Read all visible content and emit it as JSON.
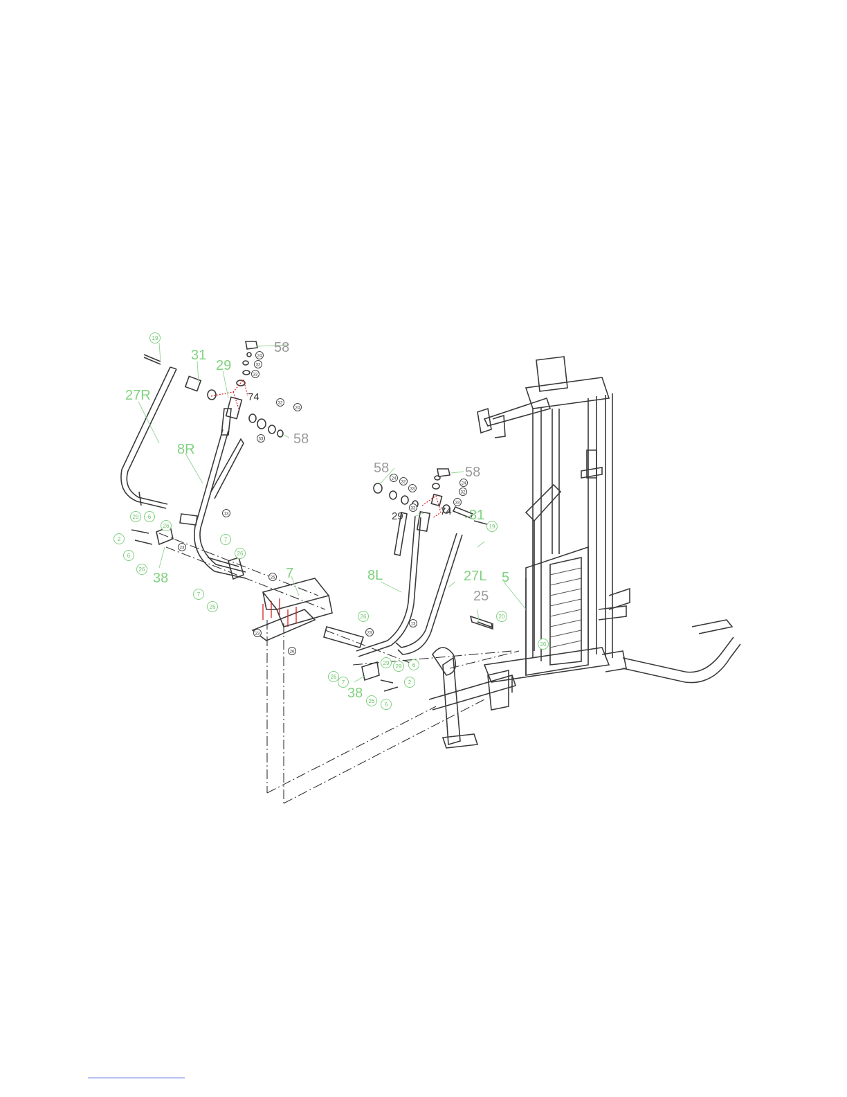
{
  "diagram": {
    "labels_large": [
      {
        "key": "p31r",
        "text": "31"
      },
      {
        "key": "p29r",
        "text": "29"
      },
      {
        "key": "p27r",
        "text": "27R"
      },
      {
        "key": "p8r",
        "text": "8R"
      },
      {
        "key": "p58a",
        "text": "58"
      },
      {
        "key": "p58b",
        "text": "58"
      },
      {
        "key": "p74r",
        "text": "74"
      },
      {
        "key": "p7",
        "text": "7"
      },
      {
        "key": "p58c",
        "text": "58"
      },
      {
        "key": "p58d",
        "text": "58"
      },
      {
        "key": "p29l",
        "text": "29"
      },
      {
        "key": "p74l",
        "text": "74"
      },
      {
        "key": "p31l",
        "text": "31"
      },
      {
        "key": "p8l",
        "text": "8L"
      },
      {
        "key": "p27l",
        "text": "27L"
      },
      {
        "key": "p25",
        "text": "25"
      },
      {
        "key": "p5",
        "text": "5"
      },
      {
        "key": "p38r",
        "text": "38"
      },
      {
        "key": "p38l",
        "text": "38"
      }
    ],
    "callouts": [
      {
        "key": "c19r",
        "text": "19"
      },
      {
        "key": "c24a",
        "text": "24"
      },
      {
        "key": "c32a",
        "text": "32"
      },
      {
        "key": "c33a",
        "text": "33"
      },
      {
        "key": "c32b",
        "text": "32"
      },
      {
        "key": "c24b",
        "text": "24"
      },
      {
        "key": "c33b",
        "text": "33"
      },
      {
        "key": "c13r",
        "text": "13"
      },
      {
        "key": "c29a",
        "text": "29"
      },
      {
        "key": "c6a",
        "text": "6"
      },
      {
        "key": "c26a",
        "text": "26"
      },
      {
        "key": "c2a",
        "text": "2"
      },
      {
        "key": "c6b",
        "text": "6"
      },
      {
        "key": "c26b",
        "text": "26"
      },
      {
        "key": "c23r",
        "text": "23"
      },
      {
        "key": "c7a",
        "text": "7"
      },
      {
        "key": "c26c",
        "text": "26"
      },
      {
        "key": "c7b",
        "text": "7"
      },
      {
        "key": "c26d",
        "text": "26"
      },
      {
        "key": "c26e",
        "text": "26"
      },
      {
        "key": "c23m",
        "text": "23"
      },
      {
        "key": "c26f",
        "text": "26"
      },
      {
        "key": "c24c",
        "text": "24"
      },
      {
        "key": "c32c",
        "text": "32"
      },
      {
        "key": "c33c",
        "text": "33"
      },
      {
        "key": "c33d",
        "text": "33"
      },
      {
        "key": "c24d",
        "text": "24"
      },
      {
        "key": "c32d",
        "text": "32"
      },
      {
        "key": "c33e",
        "text": "33"
      },
      {
        "key": "c19l",
        "text": "19"
      },
      {
        "key": "c26g",
        "text": "26"
      },
      {
        "key": "c23l",
        "text": "23"
      },
      {
        "key": "c13l",
        "text": "13"
      },
      {
        "key": "c26h",
        "text": "26"
      },
      {
        "key": "c7c",
        "text": "7"
      },
      {
        "key": "c29b",
        "text": "29"
      },
      {
        "key": "c29c",
        "text": "29"
      },
      {
        "key": "c6c",
        "text": "6"
      },
      {
        "key": "c2b",
        "text": "2"
      },
      {
        "key": "c26i",
        "text": "26"
      },
      {
        "key": "c6d",
        "text": "6"
      },
      {
        "key": "c20a",
        "text": "20"
      },
      {
        "key": "c20b",
        "text": "20"
      }
    ]
  }
}
